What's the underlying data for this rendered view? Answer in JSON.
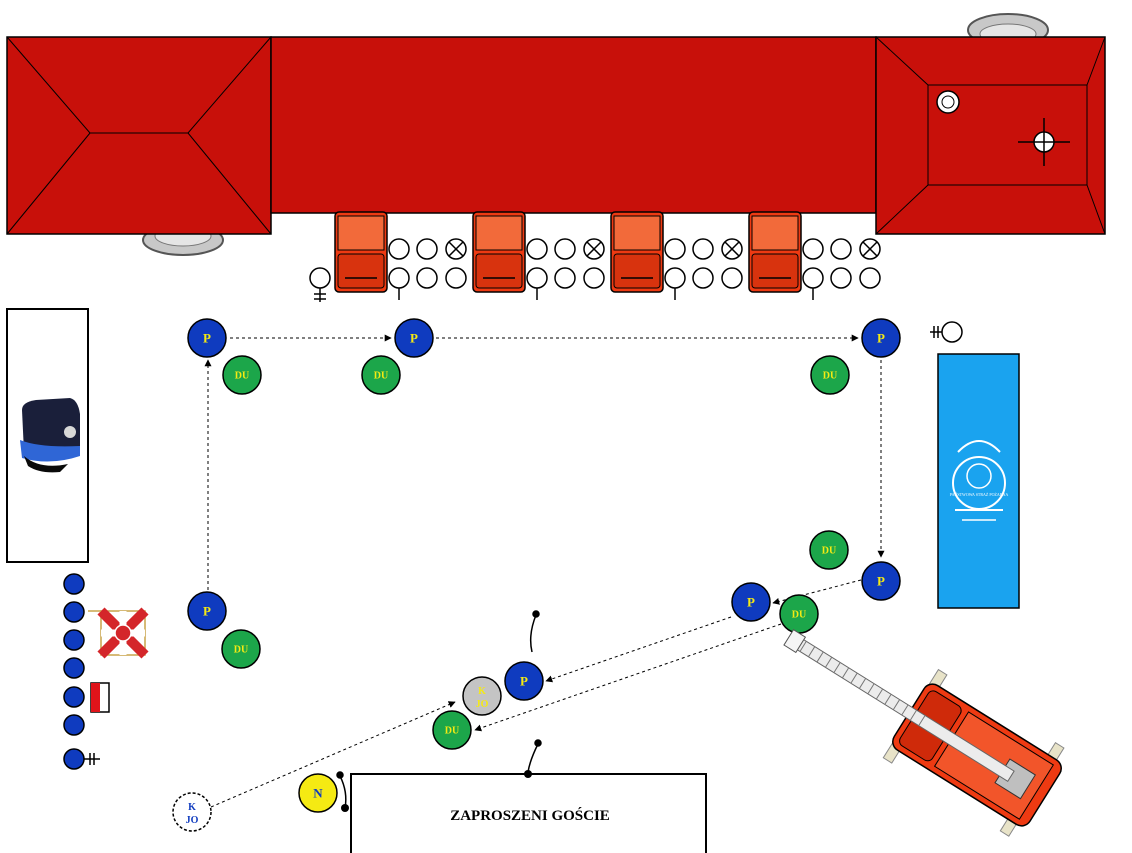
{
  "labels": {
    "guests": "ZAPROSZENI GOŚCIE",
    "p": "P",
    "du": "DU",
    "n": "N",
    "kjo_k": "K",
    "kjo_jo": "JO",
    "logo_text": "PAŃSTWOWA STRAŻ POŻARNA"
  },
  "colors": {
    "roof": "#c8100a",
    "truck": "#ee3a12",
    "p_marker": "#0f3bbf",
    "du_marker": "#1ca64a",
    "n_marker": "#f5ea13",
    "kjo_fill": "#c4c4c4",
    "banner": "#1aa3ef",
    "row_marker": "#0f3bbf",
    "marker_text_p": "#f5ea13"
  },
  "icons": {
    "building": "fire-station-building-icon",
    "truck": "fire-truck-icon",
    "ladder_truck": "ladder-truck-icon",
    "cap": "officer-cap-icon",
    "flag": "unit-flag-icon",
    "logo": "psp-emblem-icon"
  }
}
